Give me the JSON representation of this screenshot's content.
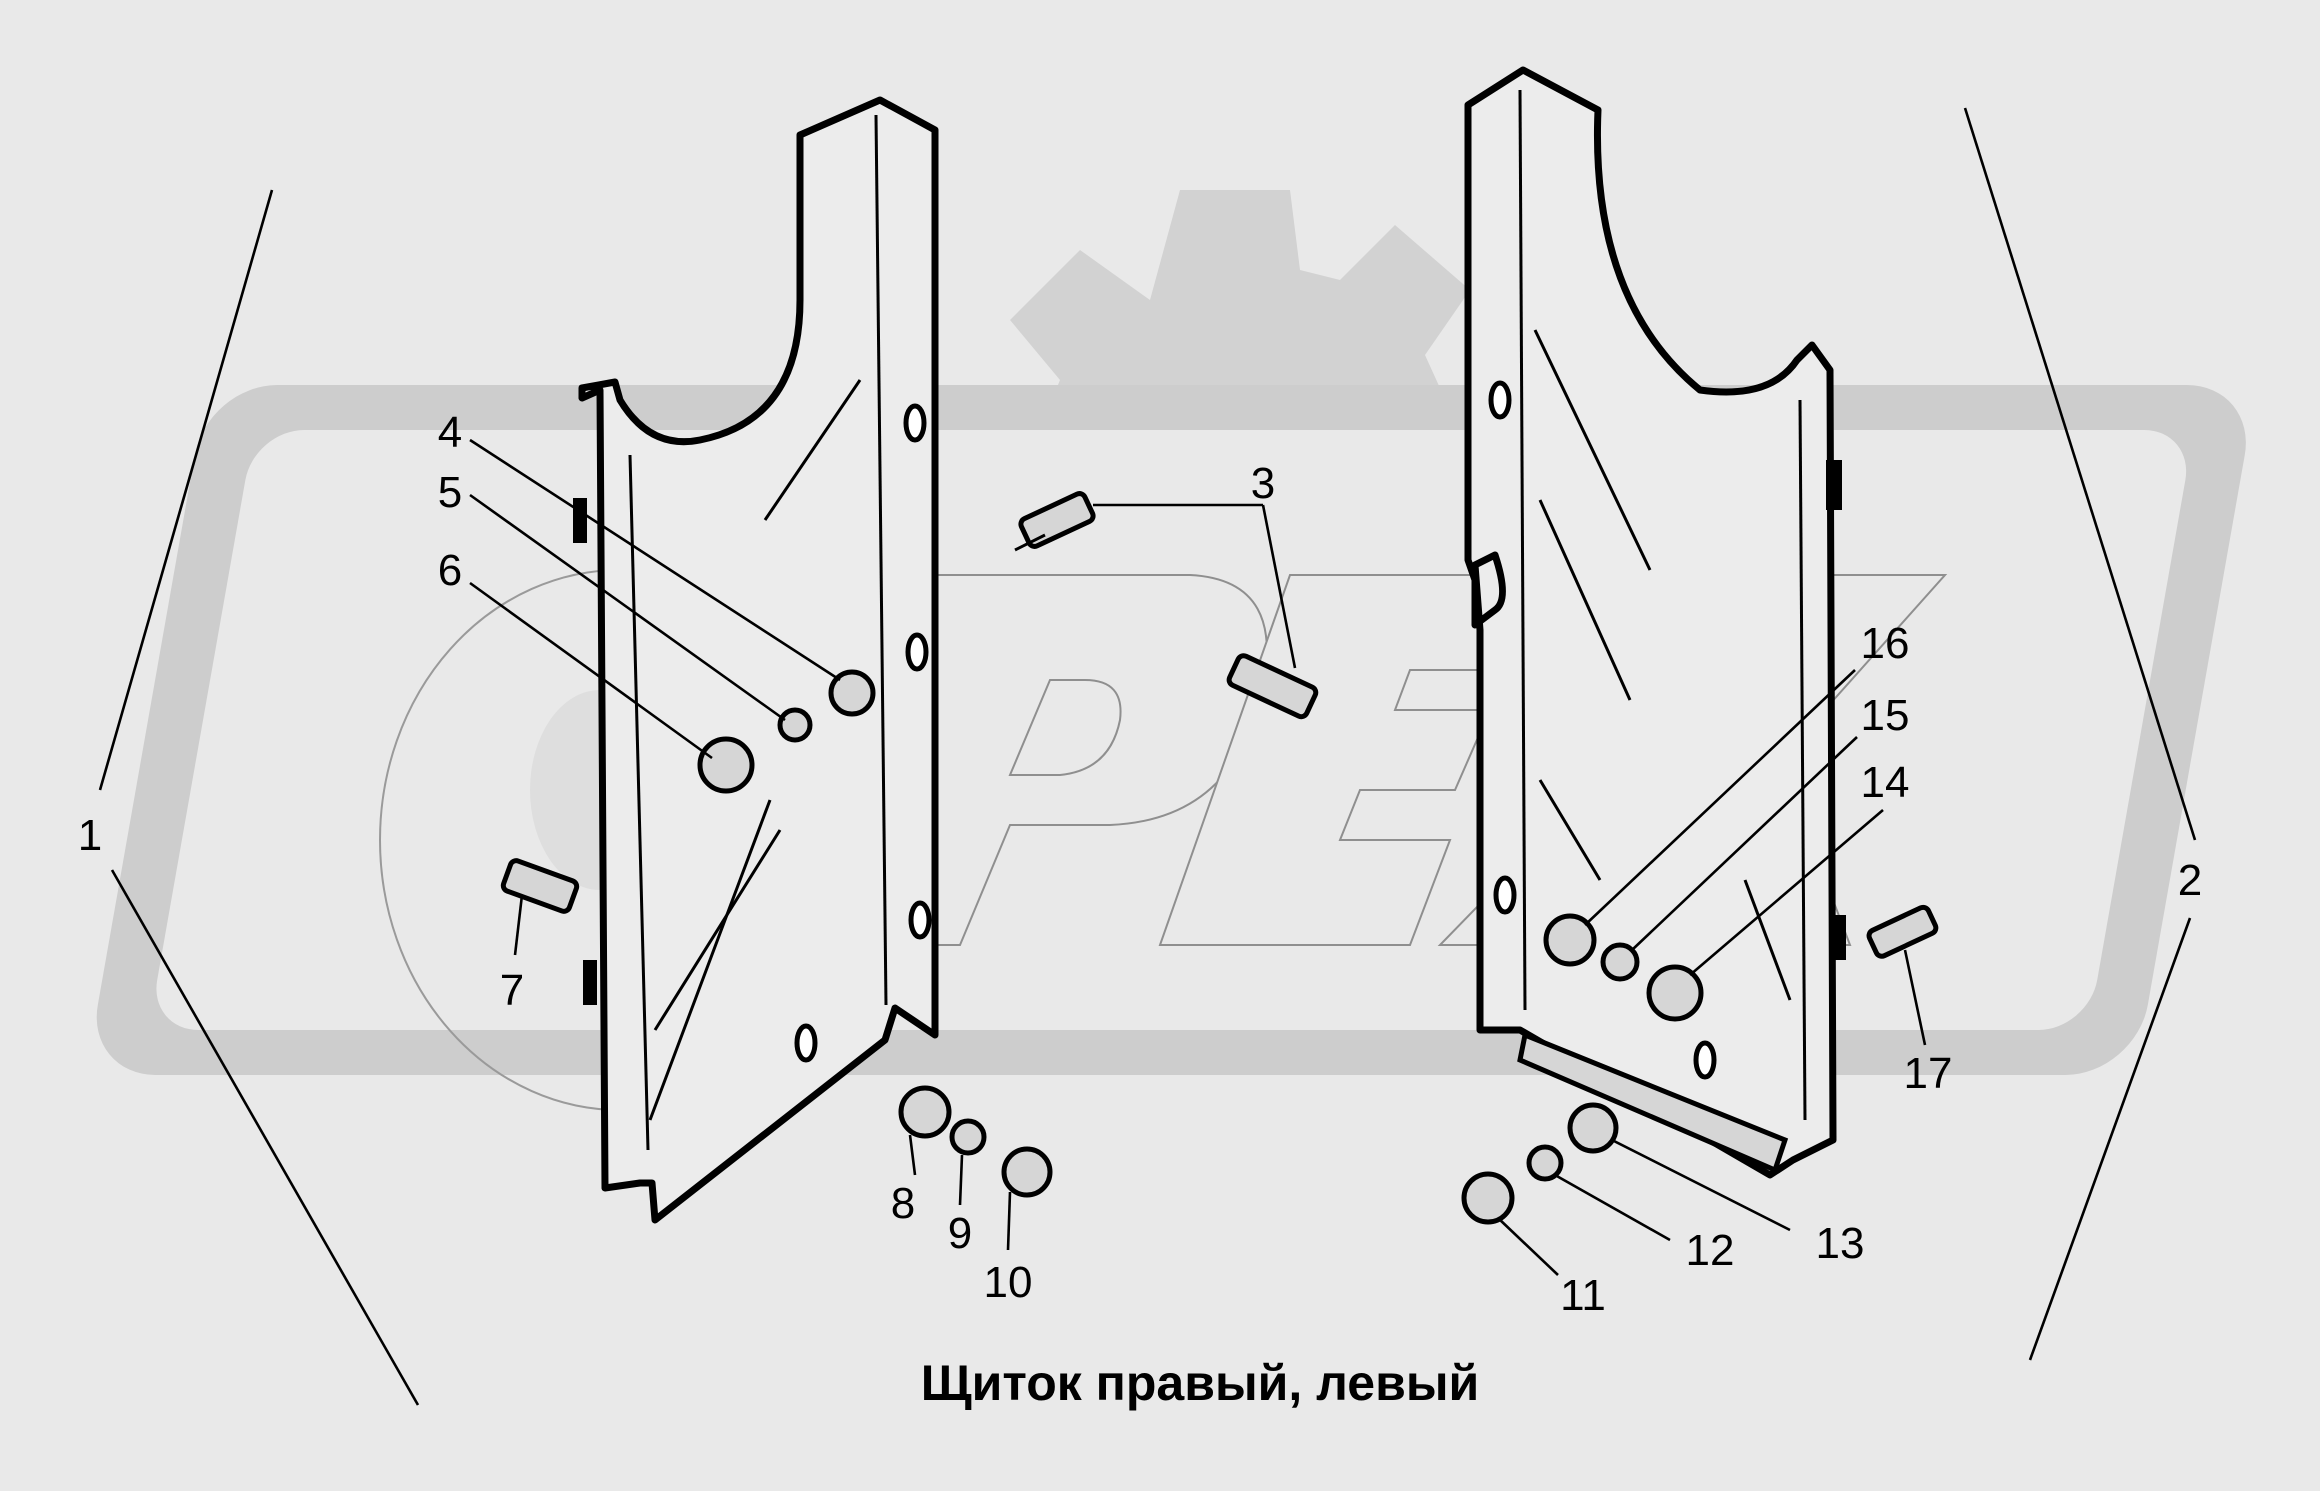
{
  "caption": "Щиток правый, левый",
  "watermark": {
    "text": "OPEX",
    "color": "#cfcfcf"
  },
  "callouts": [
    "1",
    "2",
    "3",
    "4",
    "5",
    "6",
    "7",
    "8",
    "9",
    "10",
    "11",
    "12",
    "13",
    "14",
    "15",
    "16",
    "17"
  ],
  "colors": {
    "background": "#e9e9e9",
    "ink": "#000000",
    "part_fill": "#ececec"
  }
}
